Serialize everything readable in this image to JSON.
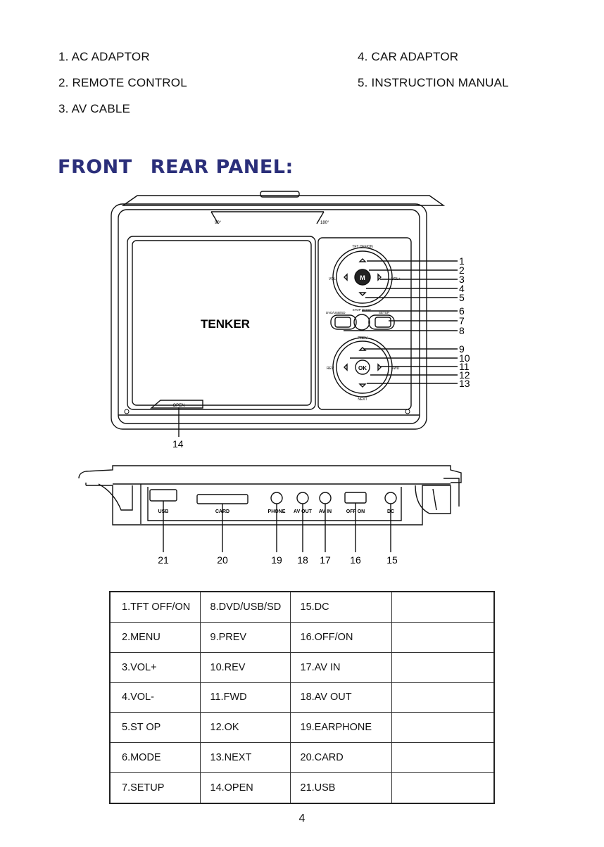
{
  "accessories": {
    "left": [
      "1. AC ADAPTOR",
      "2. REMOTE CONTROL",
      "3. AV CABLE"
    ],
    "right": [
      "4. CAR ADAPTOR",
      "5. INSTRUCTION MANUAL"
    ]
  },
  "section_title": {
    "word1": "FRONT",
    "word2": "REAR PANEL:"
  },
  "front_panel": {
    "brand": "TENKER",
    "hinge_left": "90°",
    "hinge_right": "180°",
    "labels": {
      "tft": "TFT OFF/ON",
      "vol_minus": "VOL-",
      "vol_plus": "VOL+",
      "menu_key": "M",
      "stop_mode": "STOP MODE",
      "dvd_usb_sd": "DVD/USB/SD",
      "setup": "SETUP",
      "prev": "PREV",
      "rev": "REV",
      "fwd": "FWD",
      "ok": "OK",
      "next": "NEXT",
      "open": "OPEN"
    },
    "callouts": [
      "1",
      "2",
      "3",
      "4",
      "5",
      "6",
      "7",
      "8",
      "9",
      "10",
      "11",
      "12",
      "13",
      "14"
    ]
  },
  "rear_panel": {
    "ports": [
      "USB",
      "CARD",
      "PHONE",
      "AV OUT",
      "AV IN",
      "OFF ON",
      "DC"
    ],
    "callouts": [
      "21",
      "20",
      "19",
      "18",
      "17",
      "16",
      "15"
    ]
  },
  "parts_table": {
    "rows": [
      [
        "1.TFT  OFF/ON",
        "8.DVD/USB/SD",
        "15.DC",
        ""
      ],
      [
        "2.MENU",
        "9.PREV",
        "16.OFF/ON",
        ""
      ],
      [
        "3.VOL+",
        "10.REV",
        "17.AV IN",
        ""
      ],
      [
        "4.VOL-",
        "11.FWD",
        "18.AV OUT",
        ""
      ],
      [
        "5.ST OP",
        "12.OK",
        "19.EARPHONE",
        ""
      ],
      [
        "6.MODE",
        "13.NEXT",
        "20.CARD",
        ""
      ],
      [
        "7.SETUP",
        "14.OPEN",
        "21.USB",
        ""
      ]
    ]
  },
  "page_number": "4"
}
